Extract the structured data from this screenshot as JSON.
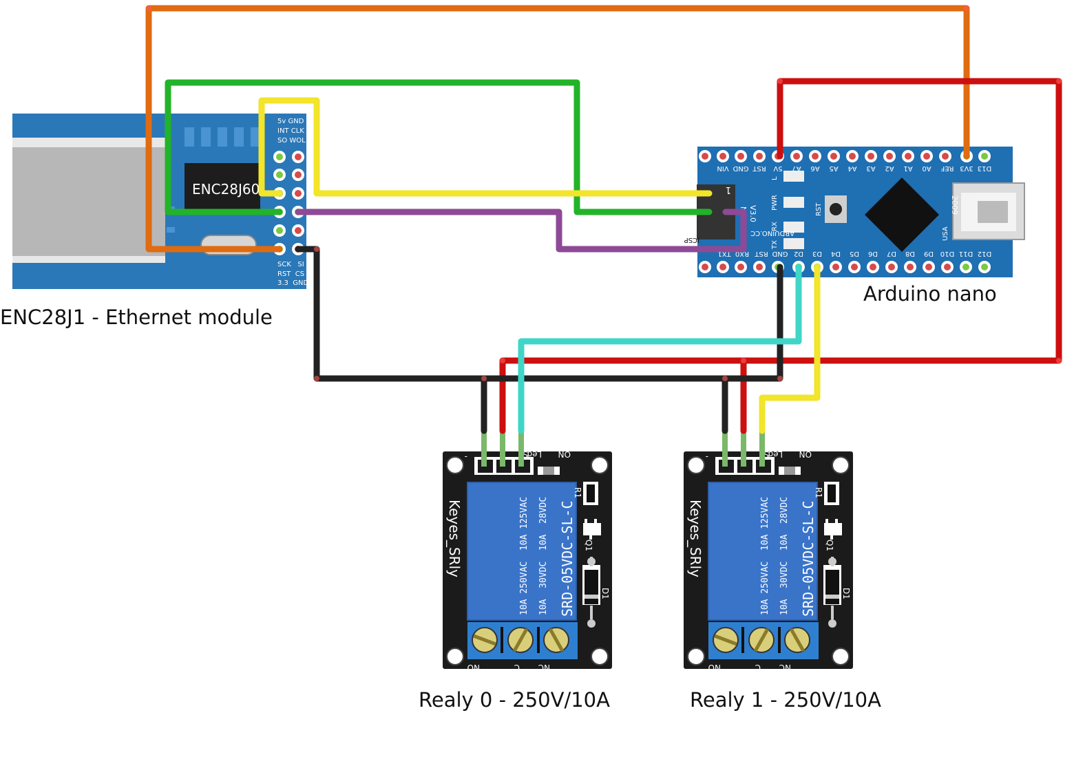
{
  "captions": {
    "ethernet": "ENC28J1 - Ethernet module",
    "arduino": "Arduino nano",
    "relay0": "Realy 0 - 250V/10A",
    "relay1": "Realy 1 - 250V/10A"
  },
  "ethernet_module": {
    "chip_label": "ENC28J60",
    "pin_labels_top": [
      "5v GND",
      "INT CLK",
      "SO WOL"
    ],
    "pin_labels_bottom": [
      "SCK   SI",
      "RST  CS",
      "3.3  GND"
    ]
  },
  "arduino_nano": {
    "top_pins": [
      "D12",
      "D11",
      "D10",
      "D9",
      "D8",
      "D7",
      "D6",
      "D5",
      "D4",
      "D3",
      "D2",
      "GND",
      "RST",
      "RX0",
      "TX1"
    ],
    "bottom_pins": [
      "D13",
      "3V3",
      "REF",
      "A0",
      "A1",
      "A2",
      "A3",
      "A4",
      "A5",
      "A6",
      "A7",
      "5V",
      "RST",
      "GND",
      "VIN"
    ],
    "leds": [
      "L",
      "PWR",
      "RX",
      "TX"
    ],
    "board_text": [
      "NANO",
      "V3.0"
    ],
    "icsp": "ICSP",
    "pin1": "1",
    "reset": "RST",
    "site": "ARDUINO.CC",
    "year": "2009",
    "usa": "USA"
  },
  "relay_module": {
    "brand": "Keyes_SRly",
    "part": "SRD-05VDC-SL-C",
    "rating_ac": "10A 250VAC  10A 125VAC",
    "rating_dc": "10A  30VDC  10A  28VDC",
    "header_labels": [
      "-",
      "S",
      "Led",
      "ON"
    ],
    "terminals": [
      "NO",
      "C",
      "NC"
    ],
    "components": [
      "R1",
      "Q1",
      "D1"
    ]
  },
  "colors": {
    "wire_orange": "#e06b10",
    "wire_green": "#22b328",
    "wire_yellow": "#f2e52a",
    "wire_purple": "#8e4a96",
    "wire_red": "#cc0f0f",
    "wire_black": "#222222",
    "wire_cyan": "#3fd6c8",
    "pcb_blue": "#1f6fb3",
    "relay_black": "#1b1b1b"
  }
}
